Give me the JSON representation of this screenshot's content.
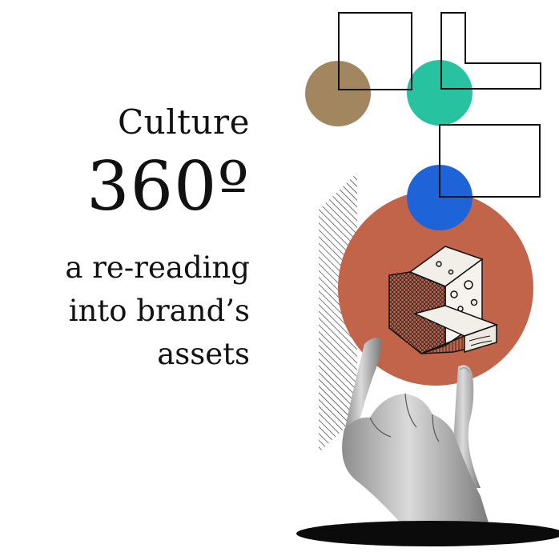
{
  "headline": {
    "line1": "Culture",
    "line2": "360º",
    "line3": "a re-reading",
    "line4": "into brand’s",
    "line5": "assets"
  },
  "colors": {
    "brown_circle": "#a28660",
    "green_circle": "#27c3a0",
    "blue_circle": "#1f63d8",
    "terracotta_circle": "#c2644a",
    "outline": "#111111",
    "text": "#111111"
  },
  "icons": {
    "object": "cheese-sculpture-illustration",
    "hand": "hand-pinch-illustration"
  }
}
